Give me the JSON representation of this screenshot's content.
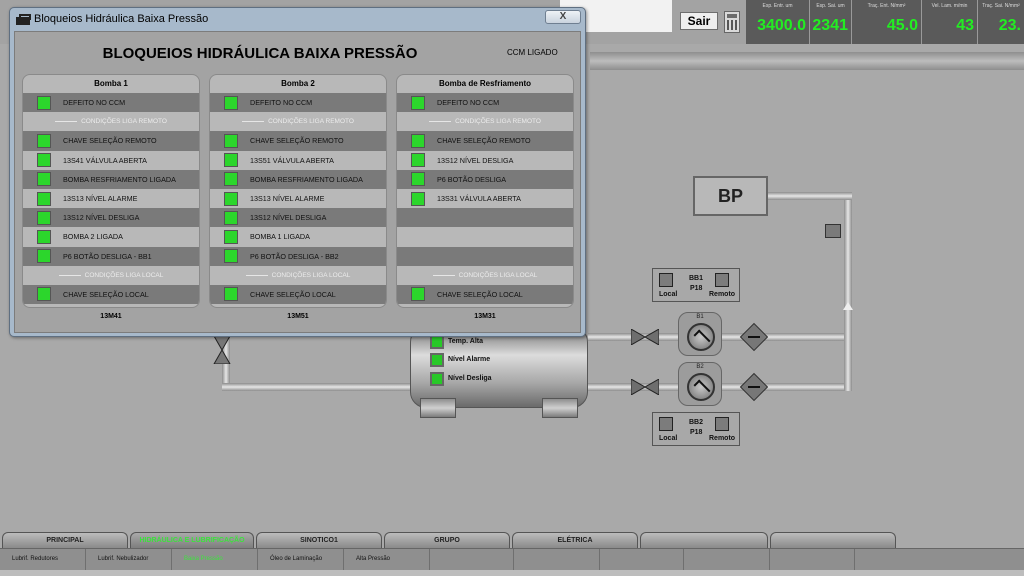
{
  "topbar": {
    "exit_label": "Sair",
    "readouts": [
      {
        "label": "Esp. Entr. um",
        "value": "3400.0"
      },
      {
        "label": "Esp. Sai. um",
        "value": "2341"
      },
      {
        "label": "Traç. Ent. N/mm²",
        "value": "45.0"
      },
      {
        "label": "Vel. Lam. m/min",
        "value": "43"
      },
      {
        "label": "Traç. Sai. N/mm²",
        "value": "23."
      }
    ]
  },
  "dialog": {
    "window_title": "Bloqueios Hidráulica Baixa Pressão",
    "close_label": "X",
    "heading": "BLOQUEIOS HIDRÁULICA BAIXA PRESSÃO",
    "status": "CCM LIGADO",
    "panels": [
      {
        "title": "Bomba 1",
        "footer": "13M41",
        "rows": [
          {
            "type": "item",
            "text": "DEFEITO NO CCM"
          },
          {
            "type": "sep",
            "text": "CONDIÇÕES LIGA REMOTO"
          },
          {
            "type": "item",
            "text": "CHAVE SELEÇÃO REMOTO"
          },
          {
            "type": "item",
            "text": "13S41 VÁLVULA ABERTA"
          },
          {
            "type": "item",
            "text": "BOMBA RESFRIAMENTO LIGADA"
          },
          {
            "type": "item",
            "text": "13S13 NÍVEL ALARME"
          },
          {
            "type": "item",
            "text": "13S12 NÍVEL DESLIGA"
          },
          {
            "type": "item",
            "text": "BOMBA 2 LIGADA"
          },
          {
            "type": "item",
            "text": "P6 BOTÃO DESLIGA - BB1"
          },
          {
            "type": "sep",
            "text": "CONDIÇÕES LIGA LOCAL"
          },
          {
            "type": "item",
            "text": "CHAVE SELEÇÃO LOCAL"
          }
        ]
      },
      {
        "title": "Bomba 2",
        "footer": "13M51",
        "rows": [
          {
            "type": "item",
            "text": "DEFEITO NO CCM"
          },
          {
            "type": "sep",
            "text": "CONDIÇÕES LIGA REMOTO"
          },
          {
            "type": "item",
            "text": "CHAVE SELEÇÃO REMOTO"
          },
          {
            "type": "item",
            "text": "13S51 VÁLVULA ABERTA"
          },
          {
            "type": "item",
            "text": "BOMBA RESFRIAMENTO LIGADA"
          },
          {
            "type": "item",
            "text": "13S13 NÍVEL ALARME"
          },
          {
            "type": "item",
            "text": "13S12 NÍVEL DESLIGA"
          },
          {
            "type": "item",
            "text": "BOMBA 1 LIGADA"
          },
          {
            "type": "item",
            "text": "P6 BOTÃO DESLIGA - BB2"
          },
          {
            "type": "sep",
            "text": "CONDIÇÕES LIGA LOCAL"
          },
          {
            "type": "item",
            "text": "CHAVE SELEÇÃO LOCAL"
          }
        ]
      },
      {
        "title": "Bomba de Resfriamento",
        "footer": "13M31",
        "rows": [
          {
            "type": "item",
            "text": "DEFEITO NO CCM"
          },
          {
            "type": "sep",
            "text": "CONDIÇÕES LIGA REMOTO"
          },
          {
            "type": "item",
            "text": "CHAVE SELEÇÃO REMOTO"
          },
          {
            "type": "item",
            "text": "13S12 NÍVEL DESLIGA"
          },
          {
            "type": "item",
            "text": "P6 BOTÃO DESLIGA"
          },
          {
            "type": "item",
            "text": "13S31 VÁLVULA ABERTA"
          },
          {
            "type": "empty"
          },
          {
            "type": "empty"
          },
          {
            "type": "empty"
          },
          {
            "type": "sep",
            "text": "CONDIÇÕES LIGA LOCAL"
          },
          {
            "type": "item",
            "text": "CHAVE SELEÇÃO LOCAL"
          }
        ]
      }
    ]
  },
  "process": {
    "bp_label": "BP",
    "tank_indicators": [
      "Temp. Alta",
      "Nível Alarme",
      "Nível Desliga"
    ],
    "pump1": {
      "label": "B1",
      "box_title": "BB1",
      "box_subtitle": "P18",
      "local_label": "Local",
      "remote_label": "Remoto"
    },
    "pump2": {
      "label": "B2",
      "box_title": "BB2",
      "box_subtitle": "P18",
      "local_label": "Local",
      "remote_label": "Remoto"
    }
  },
  "nav": {
    "tabs": [
      {
        "label": "PRINCIPAL",
        "active": false
      },
      {
        "label": "HIDRÁULICA E LUBRIFICAÇÃO",
        "active": true
      },
      {
        "label": "SINOTICO1",
        "active": false
      },
      {
        "label": "GRUPO",
        "active": false
      },
      {
        "label": "ELÉTRICA",
        "active": false
      },
      {
        "label": "",
        "active": false
      },
      {
        "label": "",
        "active": false
      }
    ],
    "subtabs": [
      {
        "label": "Lubrif. Redutores",
        "active": false
      },
      {
        "label": "Lubrif. Nebulizador",
        "active": false
      },
      {
        "label": "Baixa Pressão",
        "active": true
      },
      {
        "label": "Óleo de Laminação",
        "active": false
      },
      {
        "label": "Alta Pressão",
        "active": false
      },
      {
        "label": "",
        "active": false
      },
      {
        "label": "",
        "active": false
      },
      {
        "label": "",
        "active": false
      },
      {
        "label": "",
        "active": false
      },
      {
        "label": "",
        "active": false
      }
    ]
  },
  "colors": {
    "led_on": "#2cd62c",
    "readout_value": "#22ee22",
    "active_tab": "#3ce33c"
  }
}
